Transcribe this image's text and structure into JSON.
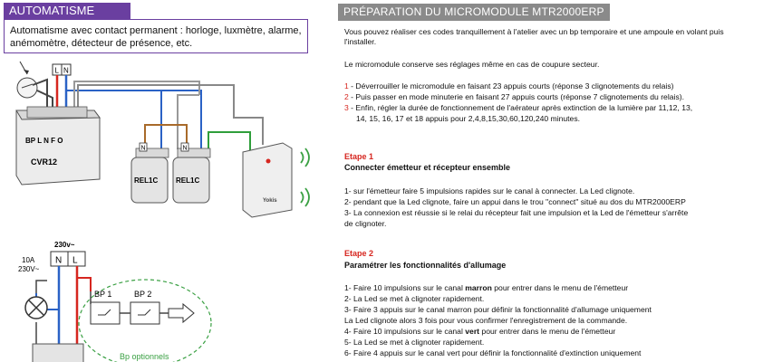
{
  "left": {
    "header": "AUTOMATISME",
    "description": "Automatisme avec contact permanent : horloge, luxmètre, alarme, anémomètre, détecteur de présence, etc.",
    "diagram1": {
      "terminal_L": "L",
      "terminal_N": "N",
      "cvr_terminals": "BP  L  N  F  O",
      "cvr_label": "CVR12",
      "rel_n_a": "N",
      "rel_n_b": "N",
      "relay_a": "REL1C",
      "relay_b": "REL1C",
      "module_label": "Yokis"
    },
    "diagram2": {
      "voltage_top": "230v~",
      "current": "10A",
      "voltage_left": "230V~",
      "terminal_N": "N",
      "terminal_L": "L",
      "bp1": "BP 1",
      "bp2": "BP 2",
      "bp_optional": "Bp optionnels"
    }
  },
  "right": {
    "header": "PRÉPARATION DU MICROMODULE MTR2000ERP",
    "intro": "Vous pouvez réaliser ces codes tranquillement à l'atelier avec un bp temporaire et une ampoule en volant puis l'installer.",
    "memo": "Le micromodule conserve ses réglages même en cas de coupure secteur.",
    "prep": [
      {
        "num": "1",
        "text": " - Déverrouiller le micromodule en faisant 23 appuis courts (réponse 3 clignotements du relais)"
      },
      {
        "num": "2",
        "text": " - Puis passer en mode minuterie en faisant 27 appuis courts (réponse 7 clignotements du relais)."
      },
      {
        "num": "3",
        "text": " - Enfin, régler la durée de fonctionnement de l'aérateur après extinction de la lumière par 11,12, 13,"
      },
      {
        "num": "",
        "text": "14, 15, 16, 17 et 18 appuis pour 2,4,8,15,30,60,120,240 minutes."
      }
    ],
    "step1": {
      "title": "Etape 1",
      "subtitle": "Connecter émetteur et récepteur ensemble",
      "lines": [
        "1- sur l'émetteur faire 5 impulsions rapides sur le canal à connecter. La Led clignote.",
        "2- pendant que la Led clignote, faire un appui dans le trou \"connect\" situé au dos du MTR2000ERP",
        "3- La connexion est réussie si le relai du récepteur fait une impulsion et la Led de l'émetteur s'arrête",
        "de clignoter."
      ]
    },
    "step2": {
      "title": "Etape 2",
      "subtitle": "Paramétrer les fonctionnalités d'allumage",
      "l1a": "1- Faire 10 impulsions sur le canal ",
      "l1b": "marron",
      "l1c": " pour entrer dans le menu de l'émetteur",
      "l2": "2- La Led se met à clignoter rapidement.",
      "l3": "3- Faire 3 appuis sur le canal marron pour définir la fonctionnalité d'allumage uniquement",
      "l4": "La Led clignote alors 3 fois pour vous confirmer l'enregistrement de la commande.",
      "l5a": "4- Faire 10 impulsions sur le canal ",
      "l5b": "vert",
      "l5c": " pour entrer dans le menu de l'émetteur",
      "l6": "5- La Led se met à clignoter rapidement.",
      "l7": "6- Faire 4 appuis sur le canal vert pour définir la fonctionnalité d'extinction uniquement"
    }
  }
}
